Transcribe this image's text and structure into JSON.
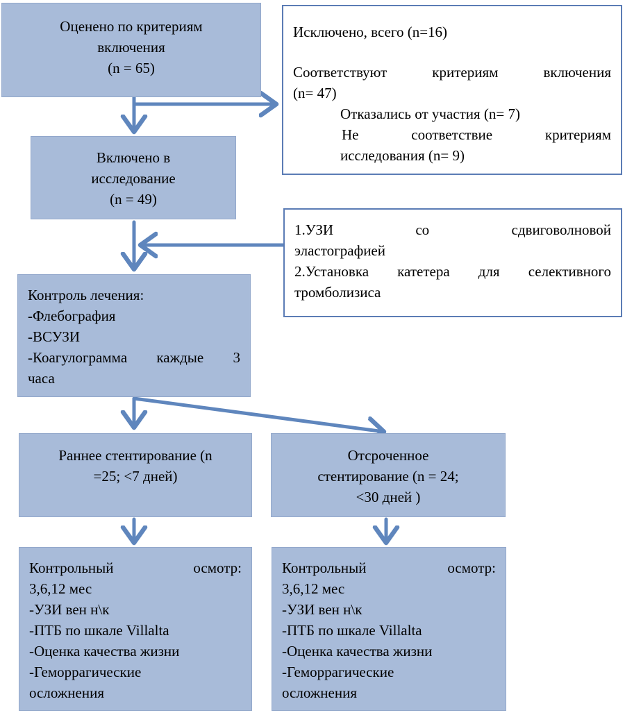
{
  "colors": {
    "box_fill": "#a8bbd9",
    "box_border": "#5b7cb5",
    "arrow": "#5f86bd"
  },
  "boxes": {
    "assessed": {
      "lines": [
        "Оценено по критериям",
        "включения",
        "(n = 65)"
      ]
    },
    "excluded": {
      "title": "Исключено, всего (n=16)",
      "match_line1": "Соответствуют критериям включения",
      "match_line2": "(n= 47)",
      "refused": "Отказались от участия (n= 7)",
      "nonmatch_line1": "Не соответствие критериям",
      "nonmatch_line2": "исследования (n= 9)"
    },
    "included": {
      "lines": [
        "Включено в",
        "исследование",
        "(n = 49)"
      ]
    },
    "procedures": {
      "line1": "1.УЗИ со сдвиговолновой",
      "line2": "эластографией",
      "line3": "2.Установка катетера для селективного",
      "line4": "тромболизиса"
    },
    "control": {
      "line1": "Контроль лечения:",
      "line2": "-Флебография",
      "line3": "-ВСУЗИ",
      "line4": "-Коагулограмма каждые 3",
      "line5": "часа"
    },
    "early": {
      "line1": "Раннее стентирование (n",
      "line2": "=25; <7 дней)"
    },
    "delayed": {
      "line1": "Отсроченное",
      "line2": "стентирование (n = 24;",
      "line3": "<30 дней )"
    },
    "followup_left": {
      "line1": "Контрольный осмотр:",
      "line2": "3,6,12 мес",
      "line3": "-УЗИ вен н\\к",
      "line4": "-ПТБ по шкале Villalta",
      "line5": "-Оценка качества жизни",
      "line6": "-Геморрагические",
      "line7": "осложнения"
    },
    "followup_right": {
      "line1": "Контрольный осмотр:",
      "line2": "3,6,12 мес",
      "line3": "-УЗИ вен н\\к",
      "line4": "-ПТБ по шкале Villalta",
      "line5": "-Оценка качества жизни",
      "line6": "-Геморрагические",
      "line7": "осложнения"
    }
  }
}
